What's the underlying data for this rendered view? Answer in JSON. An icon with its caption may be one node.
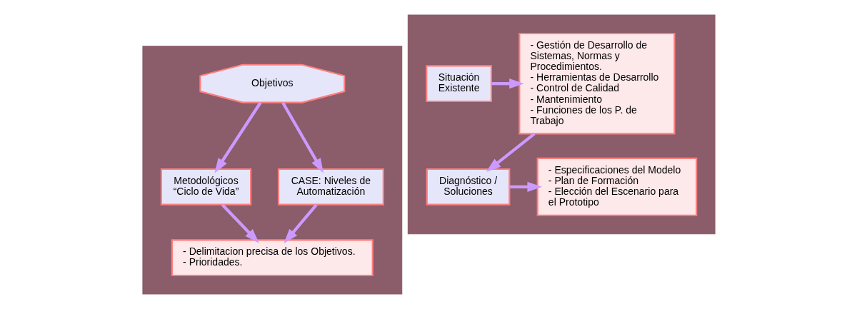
{
  "diagram": {
    "nodes": [
      {
        "text": [],
        "shape": "box"
      },
      {
        "text": [
          "Objetivos"
        ],
        "in": 0
      },
      {
        "text": [
          "Metodológicos “Ciclo de Vida”"
        ],
        "in": 0
      },
      {
        "text": [
          "CASE: Niveles de Automatización"
        ],
        "in": 0
      },
      {
        "text": [
          "- Delimitacion precisa de los Objetivos.",
          "- Prioridades."
        ],
        "in": 0
      },
      {
        "text": [],
        "shape": "box"
      },
      {
        "text": [
          "Situación Existente"
        ],
        "in": 5
      },
      {
        "text": [
          "- Gestión de Desarrollo de Sistemas, Normas y Procedimientos.",
          "- Herramientas de Desarrollo",
          "- Control de Calidad",
          "- Mantenimiento",
          "- Funciones de los P. de Trabajo"
        ],
        "in": 5
      },
      {
        "text": [
          "Diagnóstico / Soluciones"
        ],
        "in": 5
      },
      {
        "text": [
          "- Especificaciones del Modelo",
          "- Plan de Formación",
          "- Elección del Escenario para el Prototipo"
        ],
        "in": 5
      }
    ],
    "edges": [
      {
        "from": 1,
        "to": 2,
        "arrow": "to"
      },
      {
        "from": 1,
        "to": 3,
        "arrow": "to"
      },
      {
        "from": 2,
        "to": 4,
        "arrow": "to"
      },
      {
        "from": 3,
        "to": 4,
        "arrow": "to"
      },
      {
        "from": 6,
        "to": 7,
        "arrow": "to"
      },
      {
        "from": 7,
        "to": 8,
        "arrow": "to"
      },
      {
        "from": 8,
        "to": 9,
        "arrow": "to"
      }
    ]
  }
}
